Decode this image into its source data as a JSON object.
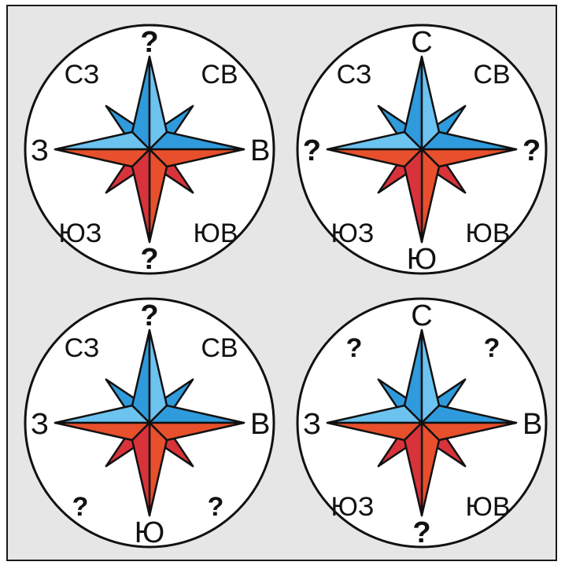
{
  "colors": {
    "upper_ray": "#2f9bdc",
    "upper_ray_light": "#6cc3f0",
    "lower_ray": "#e84f2c",
    "lower_ray_dark": "#d8333a",
    "outline": "#111111",
    "disc": "#ffffff",
    "frame_bg": "#e6e6e6"
  },
  "compasses": [
    {
      "n": "?",
      "s": "?",
      "e": "В",
      "w": "З",
      "ne": "СВ",
      "nw": "СЗ",
      "se": "ЮВ",
      "sw": "ЮЗ"
    },
    {
      "n": "С",
      "s": "Ю",
      "e": "?",
      "w": "?",
      "ne": "СВ",
      "nw": "СЗ",
      "se": "ЮВ",
      "sw": "ЮЗ"
    },
    {
      "n": "?",
      "s": "Ю",
      "e": "В",
      "w": "З",
      "ne": "СВ",
      "nw": "СЗ",
      "se": "?",
      "sw": "?"
    },
    {
      "n": "С",
      "s": "?",
      "e": "В",
      "w": "З",
      "ne": "?",
      "nw": "?",
      "se": "ЮВ",
      "sw": "ЮЗ"
    }
  ]
}
